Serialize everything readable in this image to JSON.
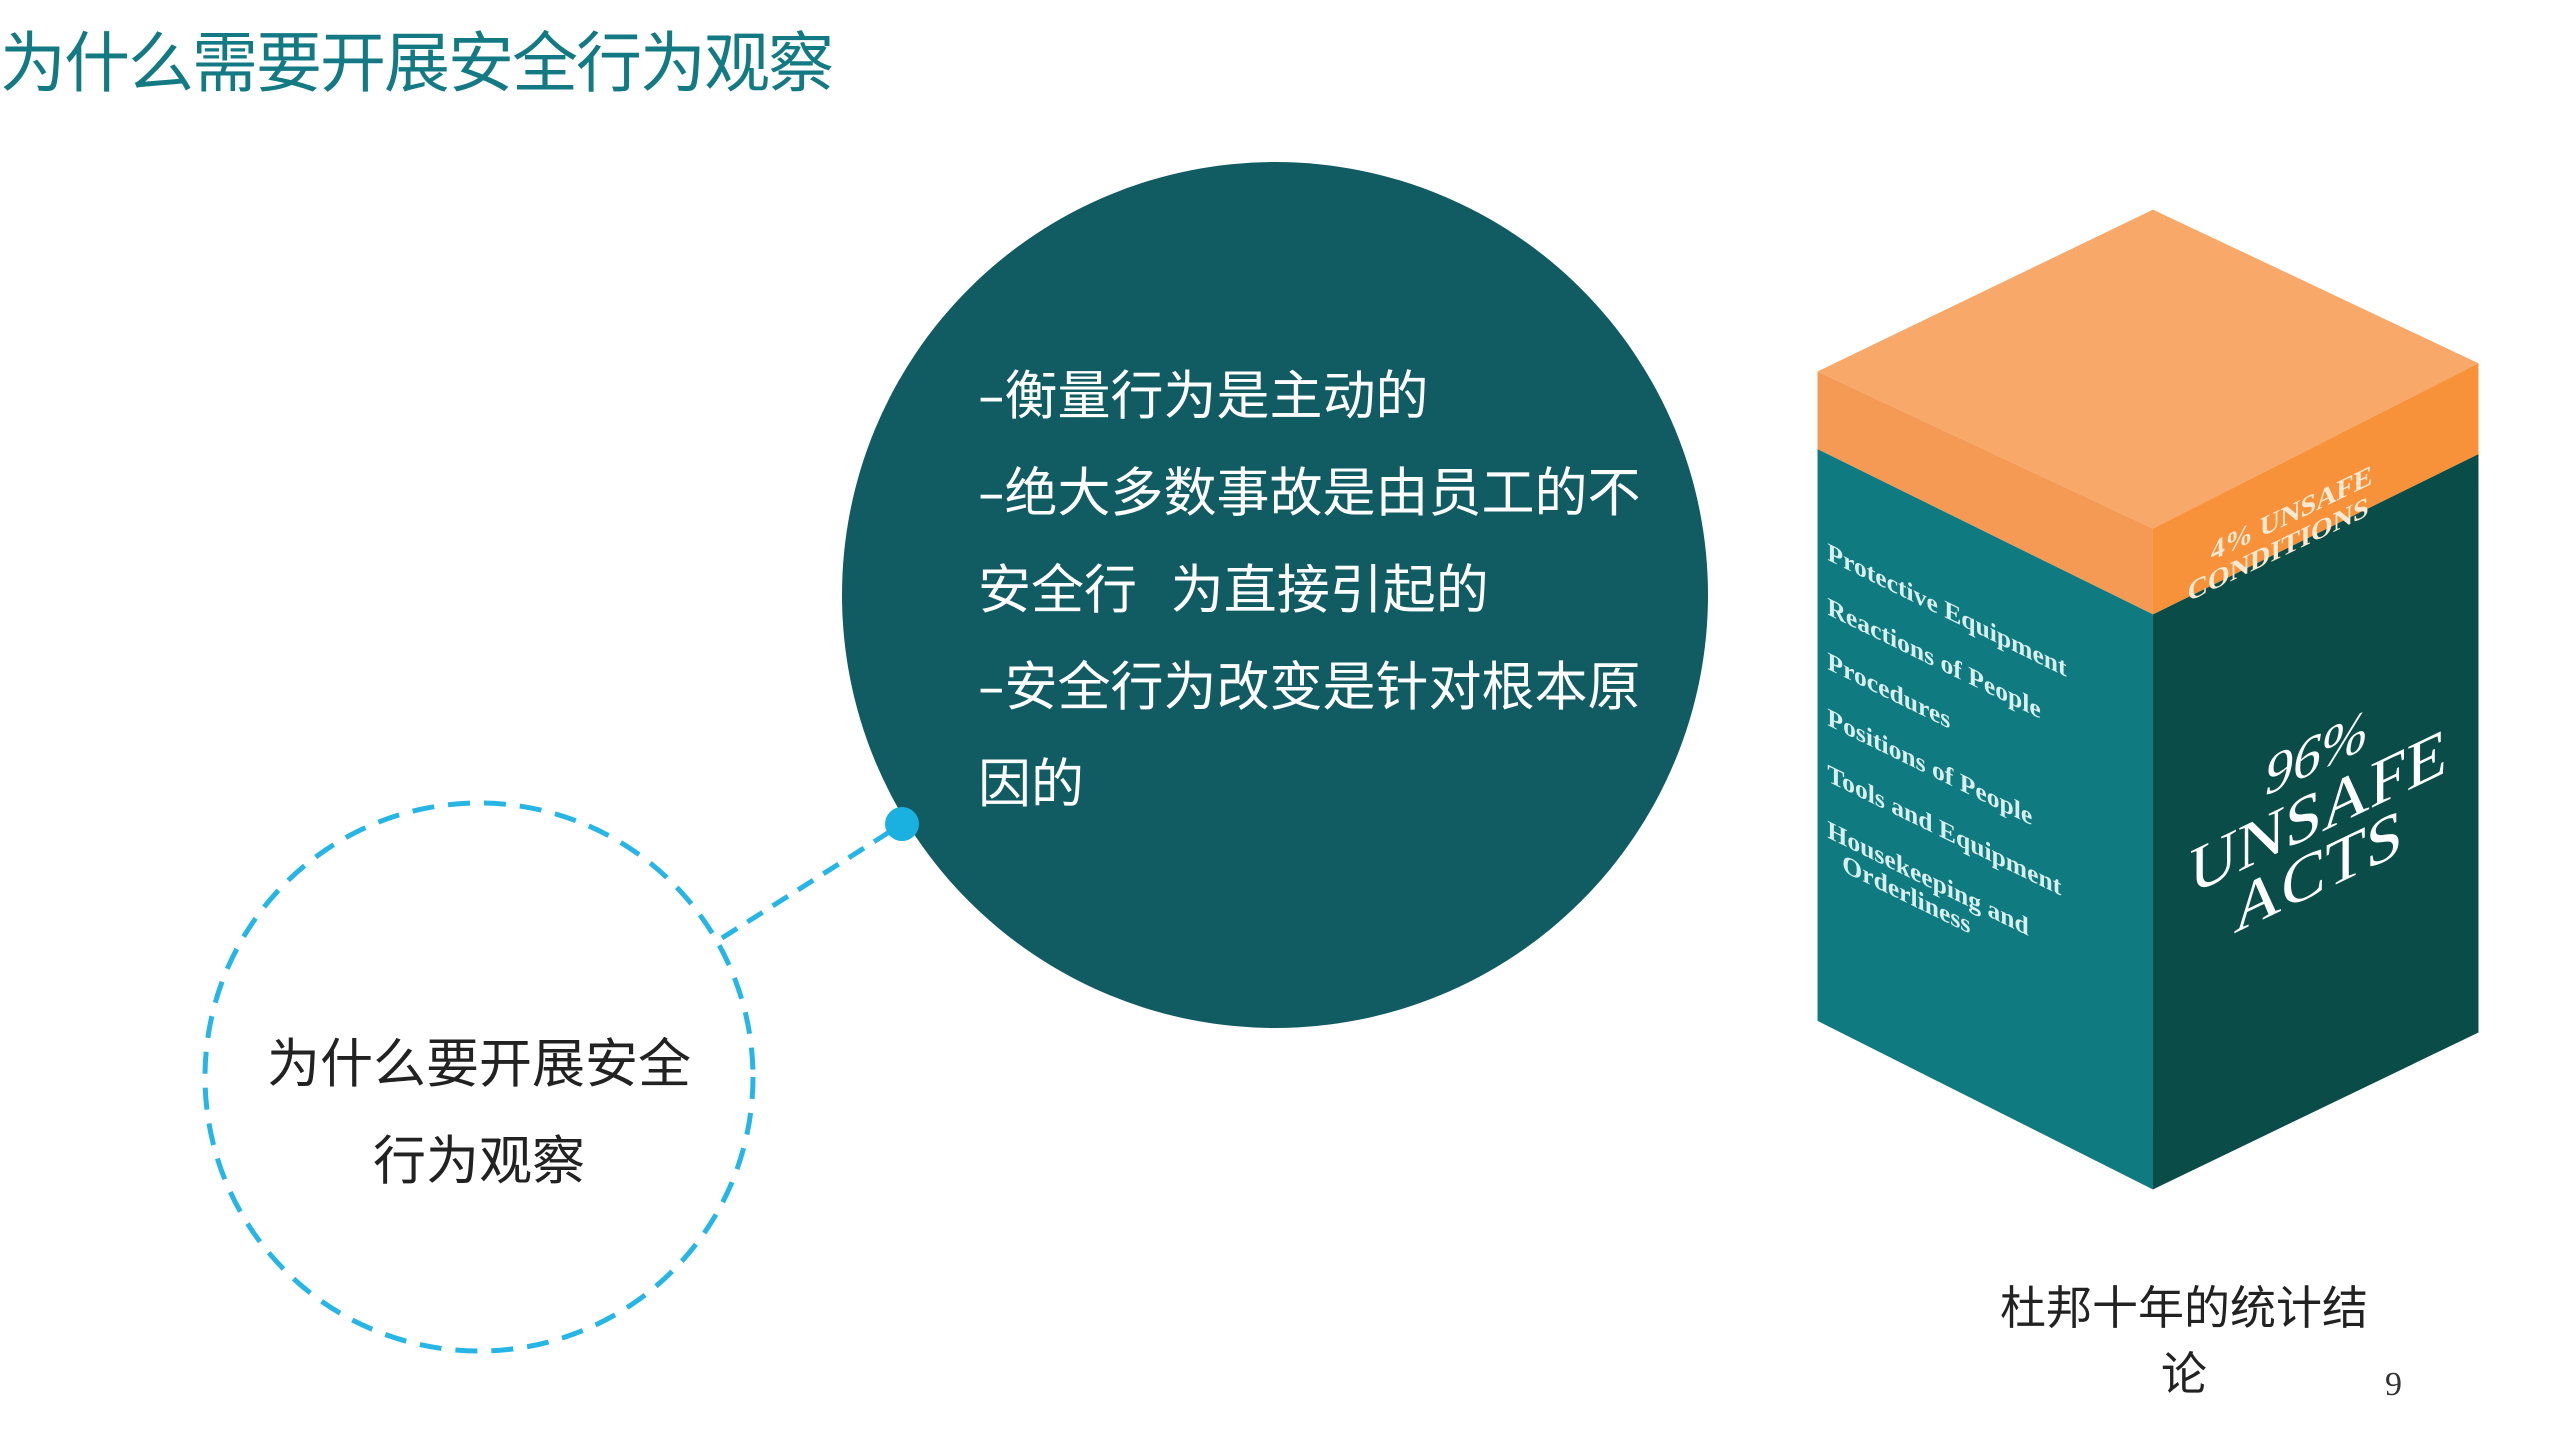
{
  "title": "为什么需要开展安全行为观察",
  "main_circle": {
    "lines": [
      "–衡量行为是主动的",
      "–绝大多数事故是由员工的不",
      "安全行  为直接引起的",
      "–安全行为改变是针对根本原",
      "因的"
    ]
  },
  "question_circle": {
    "lines": [
      "为什么要开展安全",
      "行为观察"
    ]
  },
  "cube": {
    "top_label_line1": "4% UNSAFE",
    "top_label_line2": "CONDITIONS",
    "left_items": [
      "Protective Equipment",
      "Reactions of People",
      "Procedures",
      "Positions of People",
      "Tools and Equipment",
      "Housekeeping and",
      "Orderliness"
    ],
    "right_line1": "96%",
    "right_line2": "UNSAFE",
    "right_line3": "ACTS",
    "unsafe_acts_percent": 96,
    "unsafe_conditions_percent": 4
  },
  "caption": "杜邦十年的统计结论",
  "page_number": "9",
  "colors": {
    "title": "#137a84",
    "circle": "#115b63",
    "accent": "#1ab0e0",
    "orange_top": "#f8a96a",
    "orange_band": "#f7923a",
    "left_face": "#0f7a80",
    "right_face": "#0a4c47"
  }
}
